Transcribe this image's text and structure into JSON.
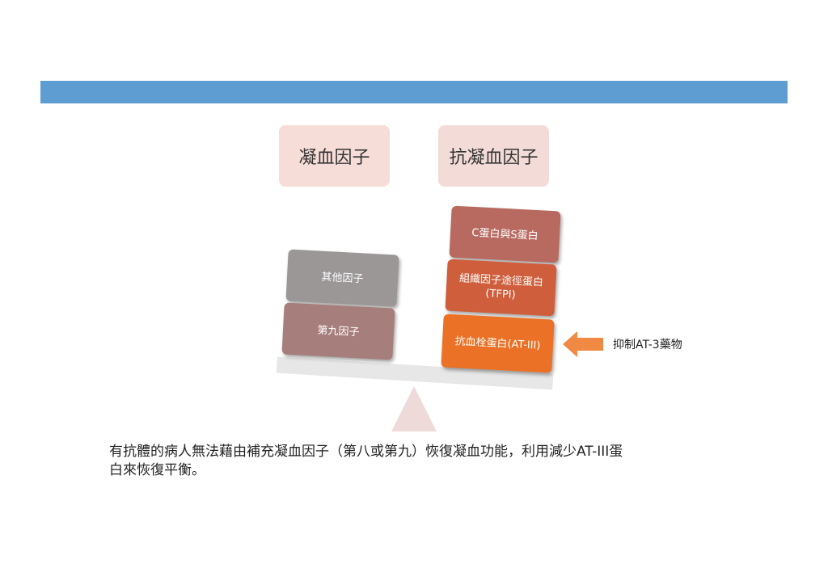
{
  "header": {
    "left_label": "凝血因子",
    "right_label": "抗凝血因子"
  },
  "left_stack": [
    {
      "label": "其他因子",
      "color": "#9b9797"
    },
    {
      "label": "第九因子",
      "color": "#a67e7b"
    }
  ],
  "right_stack": [
    {
      "label": "C蛋白與S蛋白",
      "color": "#b86a61"
    },
    {
      "label_lines": [
        "組織因子途徑蛋白",
        "(TFPI)"
      ],
      "color": "#cf5e3c"
    },
    {
      "label": "抗血栓蛋白(AT-III)",
      "color": "#ea7125"
    }
  ],
  "inhibitor": {
    "label": "抑制AT-3藥物",
    "arrow_color": "#f08a43"
  },
  "caption": {
    "line1": "有抗體的病人無法藉由補充凝血因子（第八或第九）恢復凝血功能，利用減少AT-III蛋",
    "line2": "白來恢復平衡。"
  },
  "colors": {
    "top_bar": "#5e9dd2",
    "beam": "#e7e7e7",
    "fulcrum": "#efdada"
  }
}
